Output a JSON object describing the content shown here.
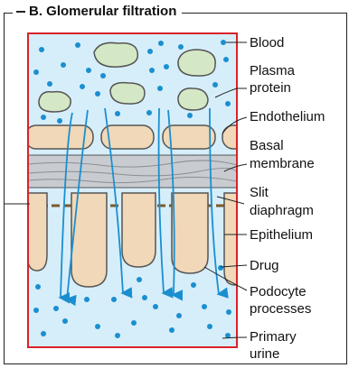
{
  "title": "B. Glomerular filtration",
  "labels": {
    "blood": "Blood",
    "plasma_protein": [
      "Plasma",
      "protein"
    ],
    "endothelium": "Endothelium",
    "basal_membrane": [
      "Basal",
      "membrane"
    ],
    "slit_diaphragm": [
      "Slit",
      "diaphragm"
    ],
    "epithelium": "Epithelium",
    "drug": "Drug",
    "podocyte_processes": [
      "Podocyte",
      "processes"
    ],
    "primary_urine": [
      "Primary",
      "urine"
    ]
  },
  "colors": {
    "blood_bg": "#d6eefa",
    "border": "#d8232a",
    "plasma_protein": "#d4e8c6",
    "endothelium": "#f0d8b8",
    "basal_membrane": "#c8ccd0",
    "epithelium": "#f0d8b8",
    "slit_diaphragm": "#7a5a2a",
    "drug": "#1a8fd0",
    "arrow": "#1a8fd0"
  }
}
